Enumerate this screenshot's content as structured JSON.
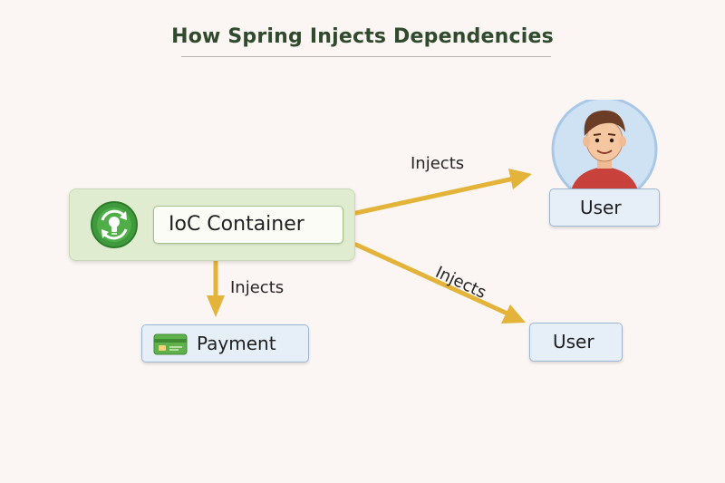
{
  "title": "How Spring Injects Dependencies",
  "nodes": {
    "ioc_container": {
      "label": "IoC Container",
      "icon": "recycle-lightbulb-icon"
    },
    "user_top": {
      "label": "User",
      "icon": "person-avatar-icon"
    },
    "user_bottom": {
      "label": "User"
    },
    "payment": {
      "label": "Payment",
      "icon": "credit-card-icon"
    }
  },
  "edges": [
    {
      "from": "IoC Container",
      "to": "User",
      "label": "Injects"
    },
    {
      "from": "IoC Container",
      "to": "User",
      "label": "Injects"
    },
    {
      "from": "IoC Container",
      "to": "Payment",
      "label": "Injects"
    }
  ],
  "colors": {
    "title": "#2f4a2c",
    "arrow": "#e3b33a",
    "container_fill": "#dfeccf",
    "box_fill": "#e6eef8",
    "box_border": "#9fb6d3",
    "icon_green": "#3e9a3c",
    "avatar_ring": "#a9c7e6"
  }
}
